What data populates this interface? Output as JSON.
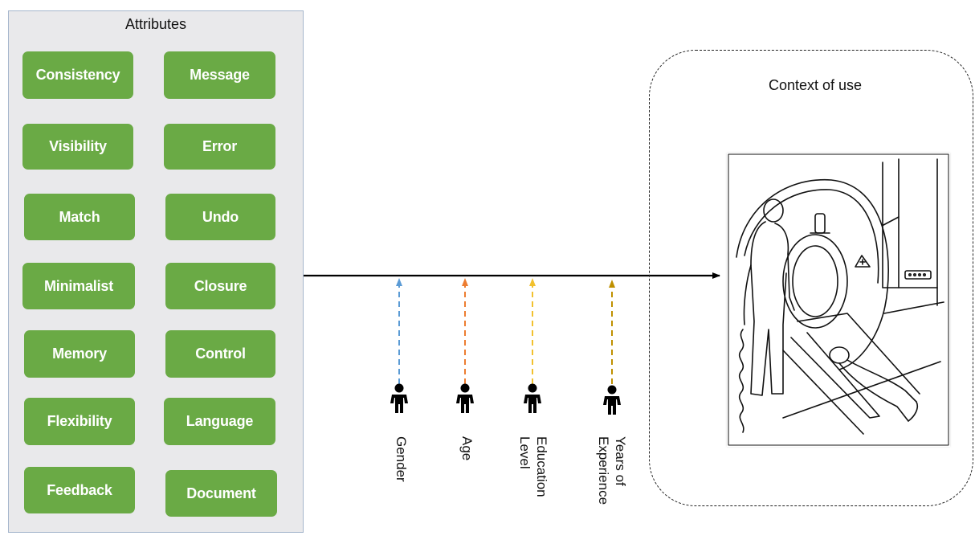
{
  "attributes_panel": {
    "title": "Attributes",
    "items": [
      {
        "label": "Consistency"
      },
      {
        "label": "Message"
      },
      {
        "label": "Visibility"
      },
      {
        "label": "Error"
      },
      {
        "label": "Match"
      },
      {
        "label": "Undo"
      },
      {
        "label": "Minimalist"
      },
      {
        "label": "Closure"
      },
      {
        "label": "Memory"
      },
      {
        "label": "Control"
      },
      {
        "label": "Flexibility"
      },
      {
        "label": "Language"
      },
      {
        "label": "Feedback"
      },
      {
        "label": "Document"
      }
    ],
    "button_color": "#6aaa45",
    "panel_color": "#e9e9eb"
  },
  "context": {
    "title": "Context of use",
    "image_icon": "mri-scanner-sketch"
  },
  "factors": [
    {
      "label": "Gender",
      "color": "#5b9bd5",
      "icon": "person-icon"
    },
    {
      "label": "Age",
      "color": "#ed7d31",
      "icon": "person-icon"
    },
    {
      "label": "Education\nLevel",
      "color": "#f2c12e",
      "icon": "person-icon"
    },
    {
      "label": "Years of\nExperience",
      "color": "#bf9000",
      "icon": "person-icon"
    }
  ],
  "main_arrow_color": "#000000"
}
